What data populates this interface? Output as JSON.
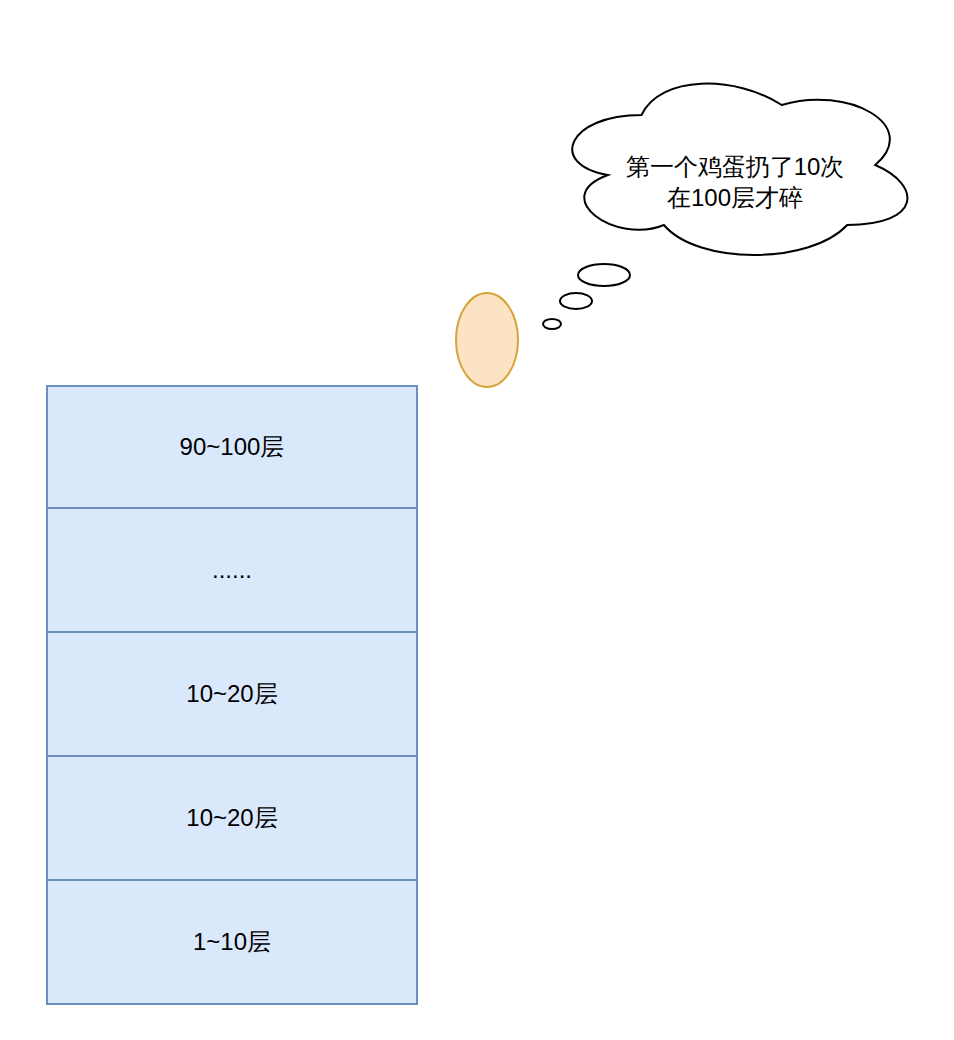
{
  "diagram": {
    "nodes": [
      {
        "text": [
          "第一个鸡蛋扔了10次 在100层才碎"
        ]
      },
      {
        "text": [
          "90~100层"
        ]
      },
      {
        "text": [
          "......"
        ]
      },
      {
        "text": [
          "10~20层"
        ]
      },
      {
        "text": [
          "10~20层"
        ]
      },
      {
        "text": [
          "1~10层"
        ]
      }
    ]
  }
}
